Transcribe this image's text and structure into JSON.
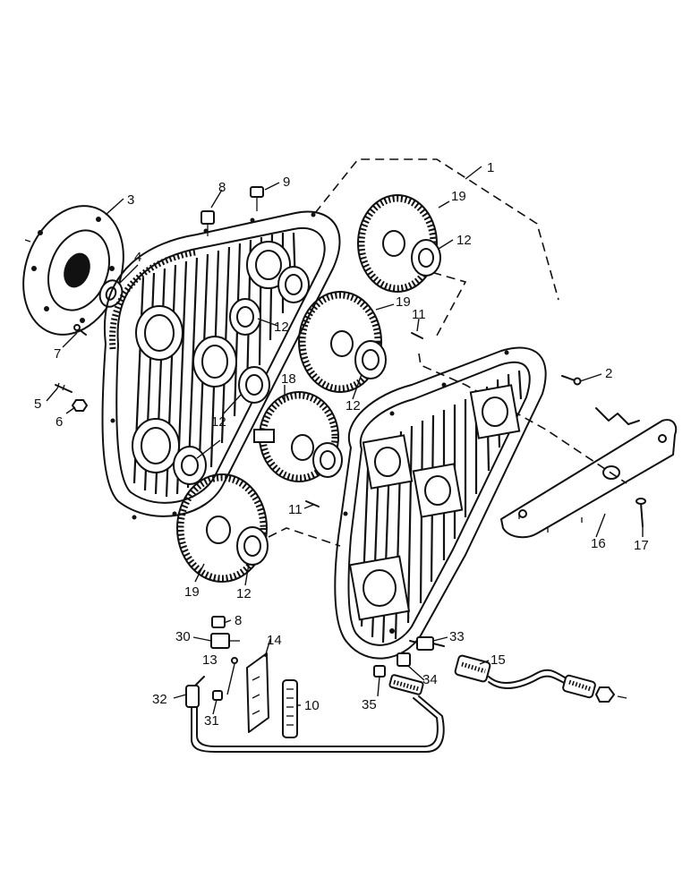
{
  "part_labels": {
    "p1": "1",
    "p2": "2",
    "p3": "3",
    "p4": "4",
    "p5": "5",
    "p6": "6",
    "p7": "7",
    "p8a": "8",
    "p8b": "8",
    "p9": "9",
    "p10": "10",
    "p11a": "11",
    "p11b": "11",
    "p12a": "12",
    "p12b": "12",
    "p12c": "12",
    "p12d": "12",
    "p12e": "12",
    "p13": "13",
    "p14": "14",
    "p15": "15",
    "p16": "16",
    "p17": "17",
    "p18": "18",
    "p19a": "19",
    "p19b": "19",
    "p19c": "19",
    "p30": "30",
    "p31": "31",
    "p32": "32",
    "p33": "33",
    "p34": "34",
    "p35": "35"
  }
}
